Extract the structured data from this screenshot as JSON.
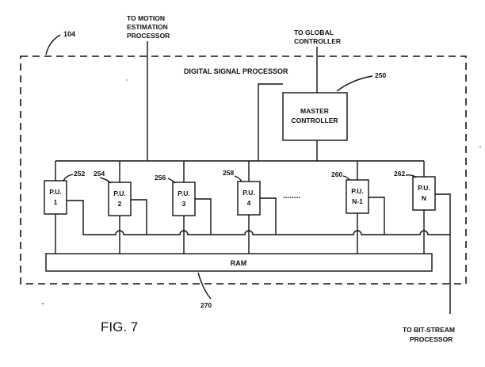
{
  "module_ref": "104",
  "dsp_label": "DIGITAL SIGNAL PROCESSOR",
  "motion_label": [
    "TO MOTION",
    "ESTIMATION",
    "PROCESSOR"
  ],
  "global_label": [
    "TO GLOBAL",
    "CONTROLLER"
  ],
  "master": {
    "ref": "250",
    "label": [
      "MASTER",
      "CONTROLLER"
    ]
  },
  "processing_units": [
    {
      "ref": "252",
      "label": [
        "P.U.",
        "1"
      ]
    },
    {
      "ref": "254",
      "label": [
        "P.U.",
        "2"
      ]
    },
    {
      "ref": "256",
      "label": [
        "P.U.",
        "3"
      ]
    },
    {
      "ref": "258",
      "label": [
        "P.U.",
        "4"
      ]
    },
    {
      "ref": "260",
      "label": [
        "P.U.",
        "N-1"
      ]
    },
    {
      "ref": "262",
      "label": [
        "P.U.",
        "N"
      ]
    }
  ],
  "ellipsis": "........",
  "ram": {
    "label": "RAM",
    "ref": "270"
  },
  "bitstream_label": [
    "TO BIT-STREAM",
    "PROCESSOR"
  ],
  "figure_label": "FIG. 7"
}
